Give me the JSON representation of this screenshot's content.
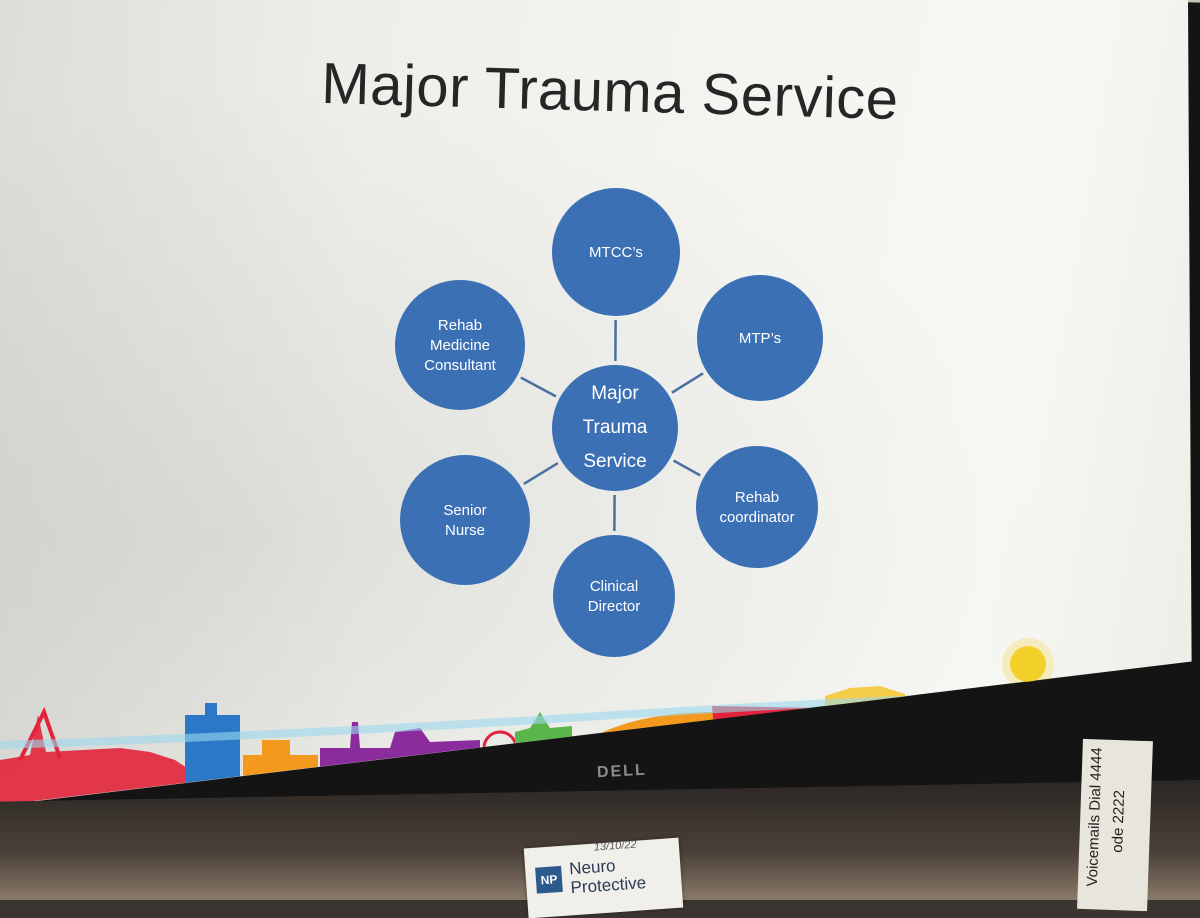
{
  "slide": {
    "title": "Major Trauma Service"
  },
  "diagram": {
    "center": {
      "lines": [
        "Major",
        "Trauma",
        "Service"
      ]
    },
    "nodes": [
      {
        "lines": [
          "MTCC’s"
        ]
      },
      {
        "lines": [
          "MTP’s"
        ]
      },
      {
        "lines": [
          "Rehab",
          "coordinator"
        ]
      },
      {
        "lines": [
          "Clinical",
          "Director"
        ]
      },
      {
        "lines": [
          "Senior",
          "Nurse"
        ]
      },
      {
        "lines": [
          "Rehab",
          "Medicine",
          "Consultant"
        ]
      }
    ],
    "colors": {
      "node_fill": "#3b70b5",
      "connector": "#4a6f9e"
    }
  },
  "monitor": {
    "brand": "DELL"
  },
  "desk": {
    "note_card": {
      "logo": "NP",
      "line1": "Neuro",
      "line2": "Protective",
      "handwritten_date": "13/10/22"
    },
    "side_note": {
      "line1": "Voicemails Dial 4444",
      "line2": "ode 2222"
    }
  },
  "colors": {
    "skyline_red": "#e2233b",
    "skyline_blue": "#2b78c8",
    "skyline_orange": "#f39a1e",
    "skyline_purple": "#8a2c9c",
    "skyline_green": "#5ab64a",
    "skyline_yellow": "#f4c62a",
    "skyline_teal": "#5fc3e4"
  }
}
